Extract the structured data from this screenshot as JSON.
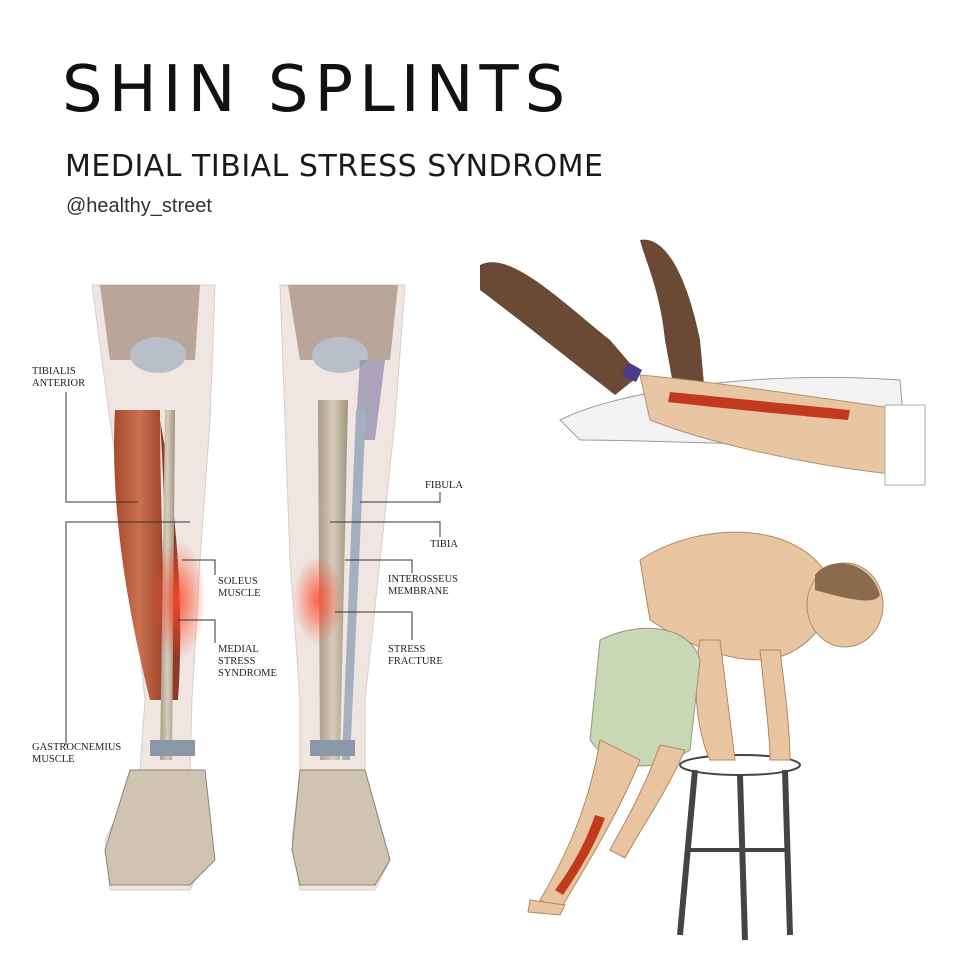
{
  "header": {
    "title": "SHIN SPLINTS",
    "subtitle": "MEDIAL TIBIAL STRESS SYNDROME",
    "handle": "@healthy_street"
  },
  "labels": {
    "tibialis_anterior": "TIBIALIS\nANTERIOR",
    "gastrocnemius_muscle": "GASTROCNEMIUS\nMUSCLE",
    "soleus_muscle": "SOLEUS\nMUSCLE",
    "medial_stress_syndrome": "MEDIAL\nSTRESS\nSYNDROME",
    "fibula": "FIBULA",
    "tibia": "TIBIA",
    "interosseus_membrane": "INTEROSSEUS\nMEMBRANE",
    "stress_fracture": "STRESS\nFRACTURE"
  },
  "colors": {
    "skin": "#c9a07a",
    "muscle": "#b8593a",
    "bone": "#bfb4a1",
    "pain_highlight": "#e8543a",
    "leader_line": "#333333",
    "shorts": "#c9d8b4"
  }
}
